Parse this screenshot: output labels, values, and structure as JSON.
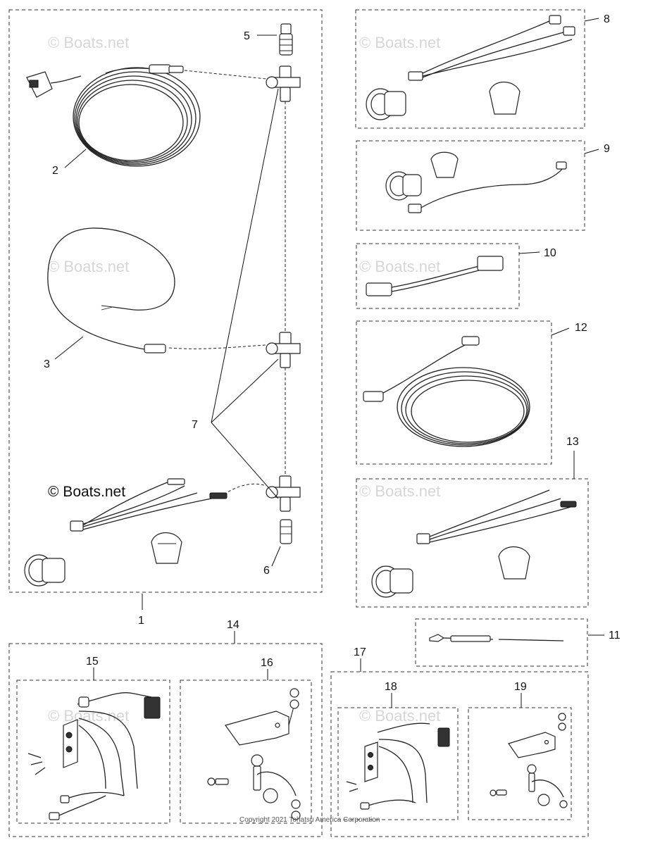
{
  "watermark": "© Boats.net",
  "copyright": "Copyright 2021 Tohatsu America Corporation",
  "callouts": [
    "1",
    "2",
    "3",
    "5",
    "6",
    "7",
    "8",
    "9",
    "10",
    "11",
    "12",
    "13",
    "14",
    "15",
    "16",
    "17",
    "18",
    "19"
  ]
}
